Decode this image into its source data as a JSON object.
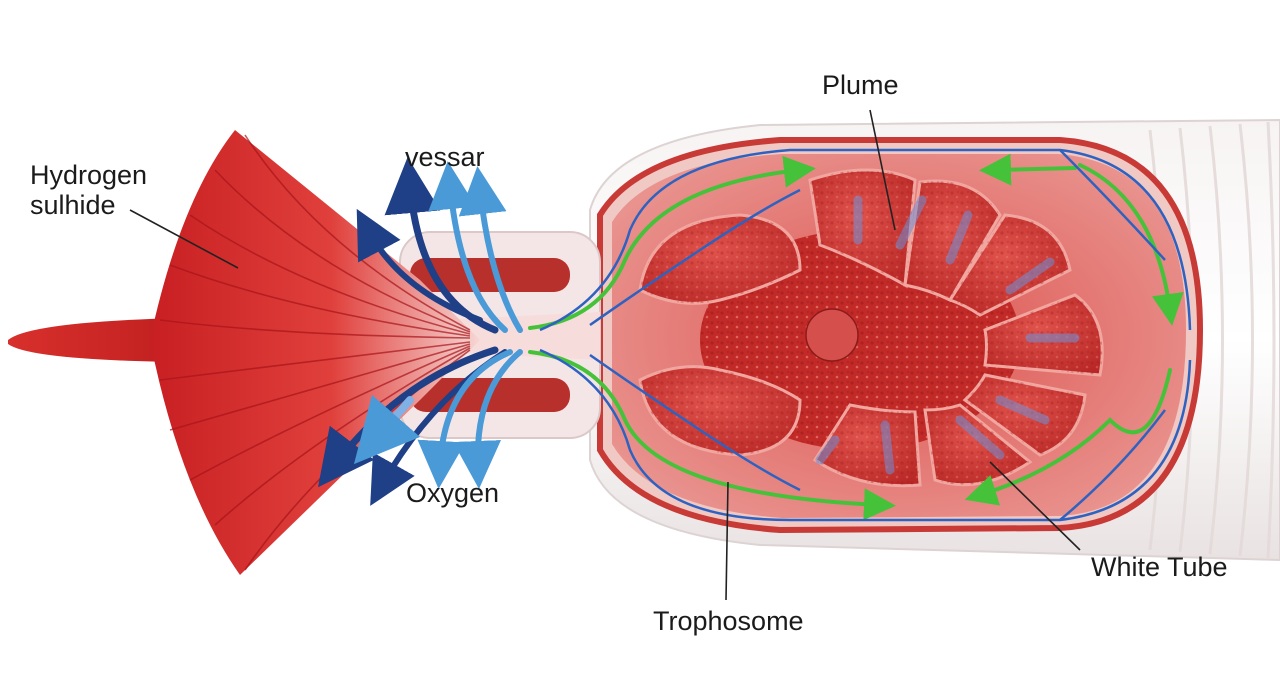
{
  "labels": {
    "hydrogen_line1": "Hydrogen",
    "hydrogen_line2": "sulhide",
    "vessar": "vessar",
    "oxygen": "Oxygen",
    "plume": "Plume",
    "white_tube": "White Tube",
    "trophosome": "Trophosome"
  },
  "colors": {
    "plume_red": "#d42a2a",
    "tissue_red": "#c8302e",
    "lobe_red": "#d94a46",
    "tube_white": "#f3eeee",
    "vessel_dark_blue": "#1f3f86",
    "vessel_light_blue": "#4b9ad8",
    "vessel_green": "#46c23a"
  }
}
